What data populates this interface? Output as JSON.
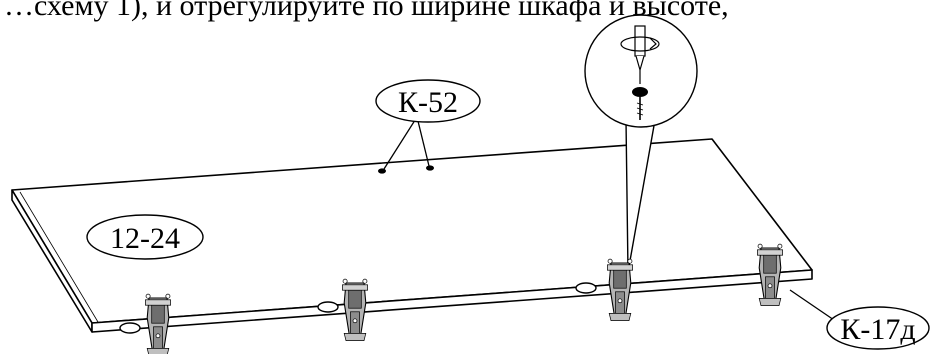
{
  "caption": "…схему 1), и отрегулируйте по ширине шкафа и высоте,",
  "labels": {
    "door": "12-24",
    "screw": "К-52",
    "hinge": "К-17д"
  },
  "colors": {
    "line": "#000000",
    "panel": "#ffffff",
    "hinge": "#8c8c8c"
  }
}
